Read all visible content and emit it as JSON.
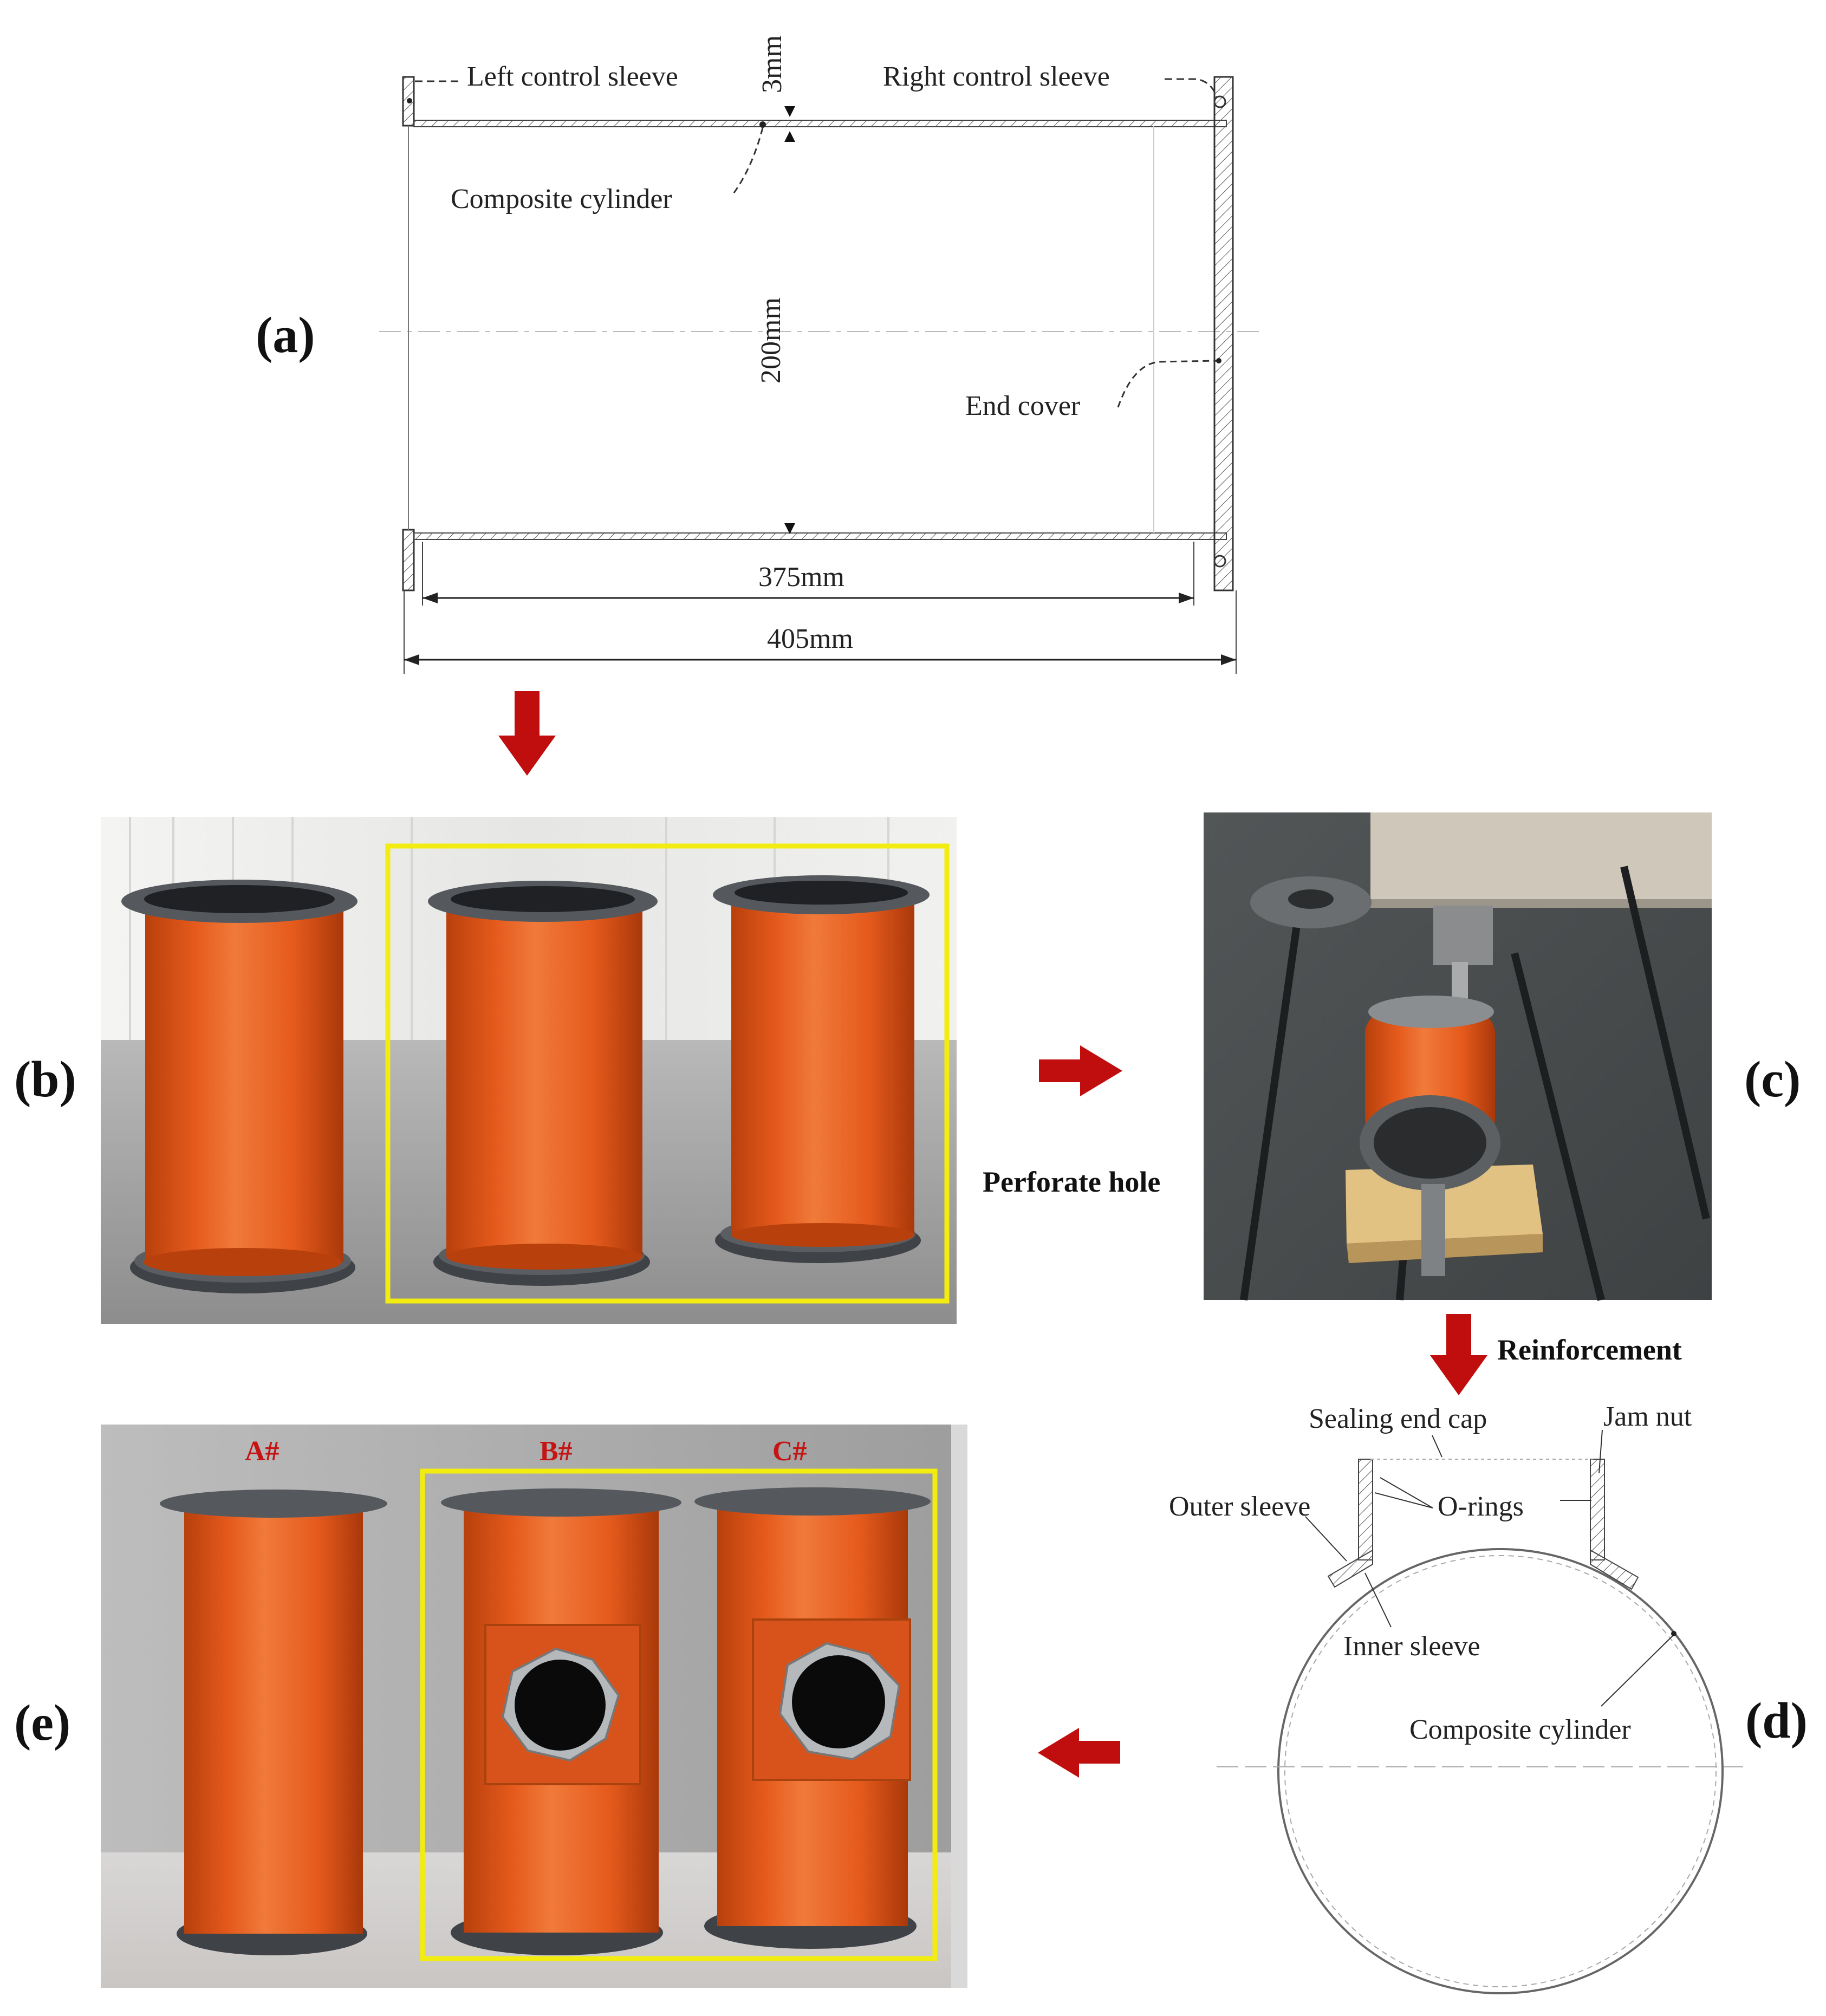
{
  "colors": {
    "arrow": "#c00d0d",
    "tube_orange": "#e55a1c",
    "tube_orange_dark": "#b8400c",
    "tube_orange_light": "#f07a3a",
    "highlight_box": "#f2ec10",
    "flange": "#4a4d52",
    "tag_red": "#c41414"
  },
  "panels": {
    "a": {
      "label": "(a)"
    },
    "b": {
      "label": "(b)"
    },
    "c": {
      "label": "(c)"
    },
    "d": {
      "label": "(d)"
    },
    "e": {
      "label": "(e)"
    }
  },
  "drawing_a": {
    "left_sleeve": "Left control sleeve",
    "right_sleeve": "Right control sleeve",
    "thickness": "3mm",
    "composite": "Composite cylinder",
    "diameter": "200mm",
    "end_cover": "End cover",
    "inner_length": "375mm",
    "total_length": "405mm"
  },
  "steps": {
    "perforate": "Perforate hole",
    "reinforce": "Reinforcement"
  },
  "drawing_d": {
    "sealing_cap": "Sealing end cap",
    "jam_nut": "Jam nut",
    "outer_sleeve": "Outer sleeve",
    "o_rings": "O-rings",
    "inner_sleeve": "Inner sleeve",
    "composite": "Composite cylinder"
  },
  "photo_e": {
    "tags": [
      "A#",
      "B#",
      "C#"
    ]
  },
  "icons": [
    "down-arrow-icon",
    "right-arrow-icon",
    "left-arrow-icon"
  ]
}
